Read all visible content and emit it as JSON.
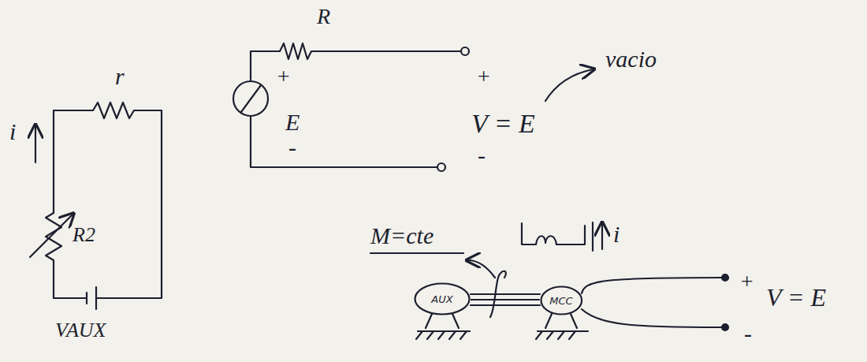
{
  "diagram": {
    "nodes": [
      {
        "text": [
          "AUX"
        ]
      },
      {
        "text": [
          "MCC"
        ]
      }
    ],
    "edges": [
      {
        "from": 0,
        "to": 1,
        "arrow": "none"
      }
    ],
    "labels": [
      "r",
      "i",
      "R2",
      "VAUX",
      "R",
      "+",
      "E",
      "-",
      "+",
      "V = E",
      "-",
      "vacio",
      "M=cte",
      "i",
      "+",
      "V = E",
      "-"
    ]
  }
}
